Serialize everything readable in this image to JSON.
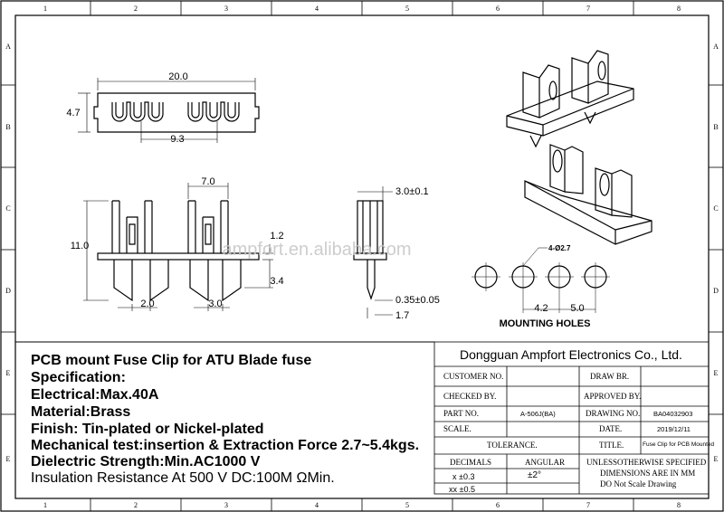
{
  "border": {
    "columns": [
      "1",
      "2",
      "3",
      "4",
      "5",
      "6",
      "7",
      "8"
    ],
    "rows": [
      "A",
      "B",
      "C",
      "D",
      "E",
      "E"
    ]
  },
  "dimensions": {
    "top_width": "20.0",
    "top_height": "4.7",
    "top_pitch": "9.3",
    "front_width": "7.0",
    "front_height": "11.0",
    "front_pin_offset": "1.2",
    "front_pin_length": "3.4",
    "front_pin_width": "2.0",
    "front_pin_gap": "3.0",
    "side_thickness": "3.0±0.1",
    "side_pin_thickness": "0.35±0.05",
    "side_pin_offset": "1.7"
  },
  "mounting": {
    "hole_callout": "4-Ø2.7",
    "spacing_a": "4.2",
    "spacing_b": "5.0",
    "title": "MOUNTING HOLES"
  },
  "watermark": "ampfort.en.alibaba.com",
  "specs": [
    "PCB mount Fuse Clip for ATU Blade fuse",
    "Specification:",
    "Electrical:Max.40A",
    "Material:Brass",
    "Finish: Tin-plated or Nickel-plated",
    "Mechanical test:insertion & Extraction Force 2.7~5.4kgs.",
    "Dielectric Strength:Min.AC1000 V",
    "Insulation Resistance At 500 V DC:100M ΩMin."
  ],
  "title_block": {
    "company": "Dongguan Ampfort Electronics Co., Ltd.",
    "customer_no_label": "CUSTOMER NO.",
    "draw_br_label": "DRAW BR.",
    "checked_by_label": "CHECKED BY.",
    "approved_by_label": "APPROVED BY.",
    "part_no_label": "PART NO.",
    "part_no_value": "A-506J(BA)",
    "drawing_no_label": "DRAWING NO.",
    "drawing_no_value": "BA04032903",
    "scale_label": "SCALE.",
    "date_label": "DATE.",
    "date_value": "2019/12/11",
    "tolerance_label": "TOLERANCE.",
    "title_label": "TITLE.",
    "title_value": "Fuse Clip for PCB Mounted",
    "decimals_label": "DECIMALS",
    "angular_label": "ANGULAR",
    "tol_x": "x  ±0.3",
    "tol_xx": "xx  ±0.5",
    "tol_angle": "±2°",
    "note1": "UNLESSOTHERWISE SPECIFIED",
    "note2": "DIMENSIONS ARE IN MM",
    "note3": "DO Not Scale Drawing"
  }
}
